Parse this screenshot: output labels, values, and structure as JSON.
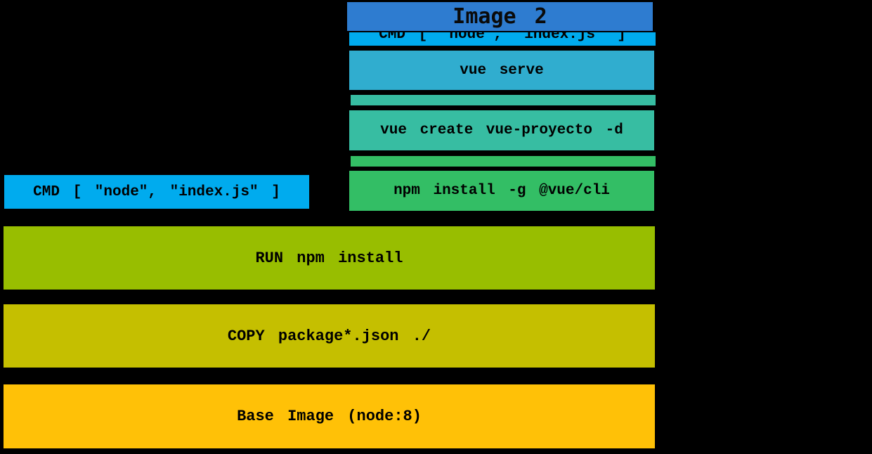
{
  "background_color": "#000000",
  "text_color": "#000000",
  "title": {
    "label": "Image 2",
    "color": "#2E7CD0"
  },
  "stack": {
    "layers": [
      {
        "id": "cmd-hidden",
        "label": "CMD [ \"node\", \"index.js\" ]",
        "color": "#00ABEE",
        "note": "partially hidden behind title bar"
      },
      {
        "id": "vue-serve",
        "label": "vue serve",
        "color": "#30ADCF"
      },
      {
        "id": "strip-teal",
        "label": "",
        "color": "#37BDA2"
      },
      {
        "id": "vue-create",
        "label": "vue create vue-proyecto -d",
        "color": "#37BDA2"
      },
      {
        "id": "strip-green",
        "label": "",
        "color": "#33BE65"
      },
      {
        "id": "npm-cli",
        "label": "npm install -g @vue/cli",
        "color": "#33BE65"
      }
    ]
  },
  "side_layer": {
    "label": "CMD [ \"node\", \"index.js\" ]",
    "color": "#00ABEE"
  },
  "base_layers": [
    {
      "id": "run",
      "label": "RUN npm install",
      "color": "#98BE00"
    },
    {
      "id": "copy",
      "label": "COPY package*.json ./",
      "color": "#C5BF00"
    },
    {
      "id": "base",
      "label": "Base Image (node:8)",
      "color": "#FFC107"
    }
  ]
}
